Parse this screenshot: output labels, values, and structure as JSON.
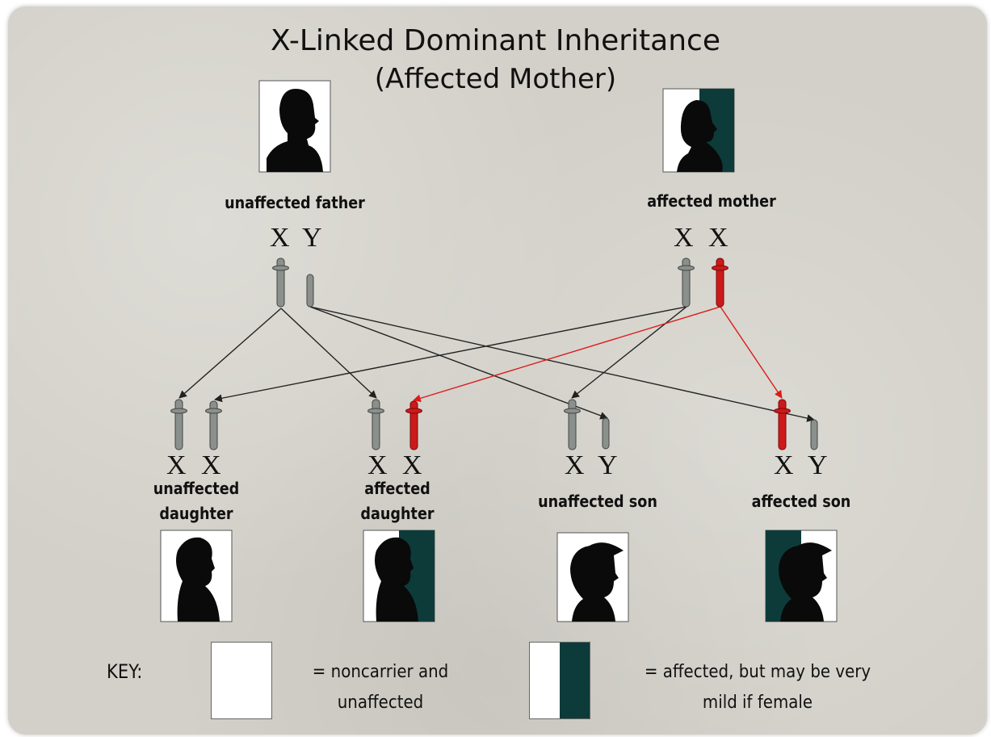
{
  "title": {
    "line1": "X-Linked  Dominant Inheritance",
    "line2": "(Affected Mother)"
  },
  "colors": {
    "normal_chromosome": "#8a918c",
    "affected_chromosome": "#cc1a1a",
    "affected_portrait": "#0d3b3a",
    "unaffected_portrait": "#ffffff",
    "arrow_normal": "#222222",
    "arrow_affected": "#dd1a1a"
  },
  "parents": {
    "father": {
      "label": "unaffected father",
      "chromosomes": [
        "X",
        "Y"
      ],
      "affected": false
    },
    "mother": {
      "label": "affected mother",
      "chromosomes": [
        "X",
        "X"
      ],
      "affected": true
    }
  },
  "children": [
    {
      "label_line1": "unaffected",
      "label_line2": "daughter",
      "chromosomes": [
        "X",
        "X"
      ],
      "affected": false,
      "icon": "girl-silhouette-icon"
    },
    {
      "label_line1": "affected",
      "label_line2": "daughter",
      "chromosomes": [
        "X",
        "X"
      ],
      "affected": true,
      "icon": "girl-silhouette-icon"
    },
    {
      "label_line1": "unaffected son",
      "label_line2": "",
      "chromosomes": [
        "X",
        "Y"
      ],
      "affected": false,
      "icon": "boy-silhouette-icon"
    },
    {
      "label_line1": "affected son",
      "label_line2": "",
      "chromosomes": [
        "X",
        "Y"
      ],
      "affected": true,
      "icon": "boy-silhouette-icon"
    }
  ],
  "key": {
    "label": "KEY:",
    "unaffected_line1": "= noncarrier and",
    "unaffected_line2": "unaffected",
    "affected_line1": "= affected, but may be very",
    "affected_line2": "mild if female"
  }
}
